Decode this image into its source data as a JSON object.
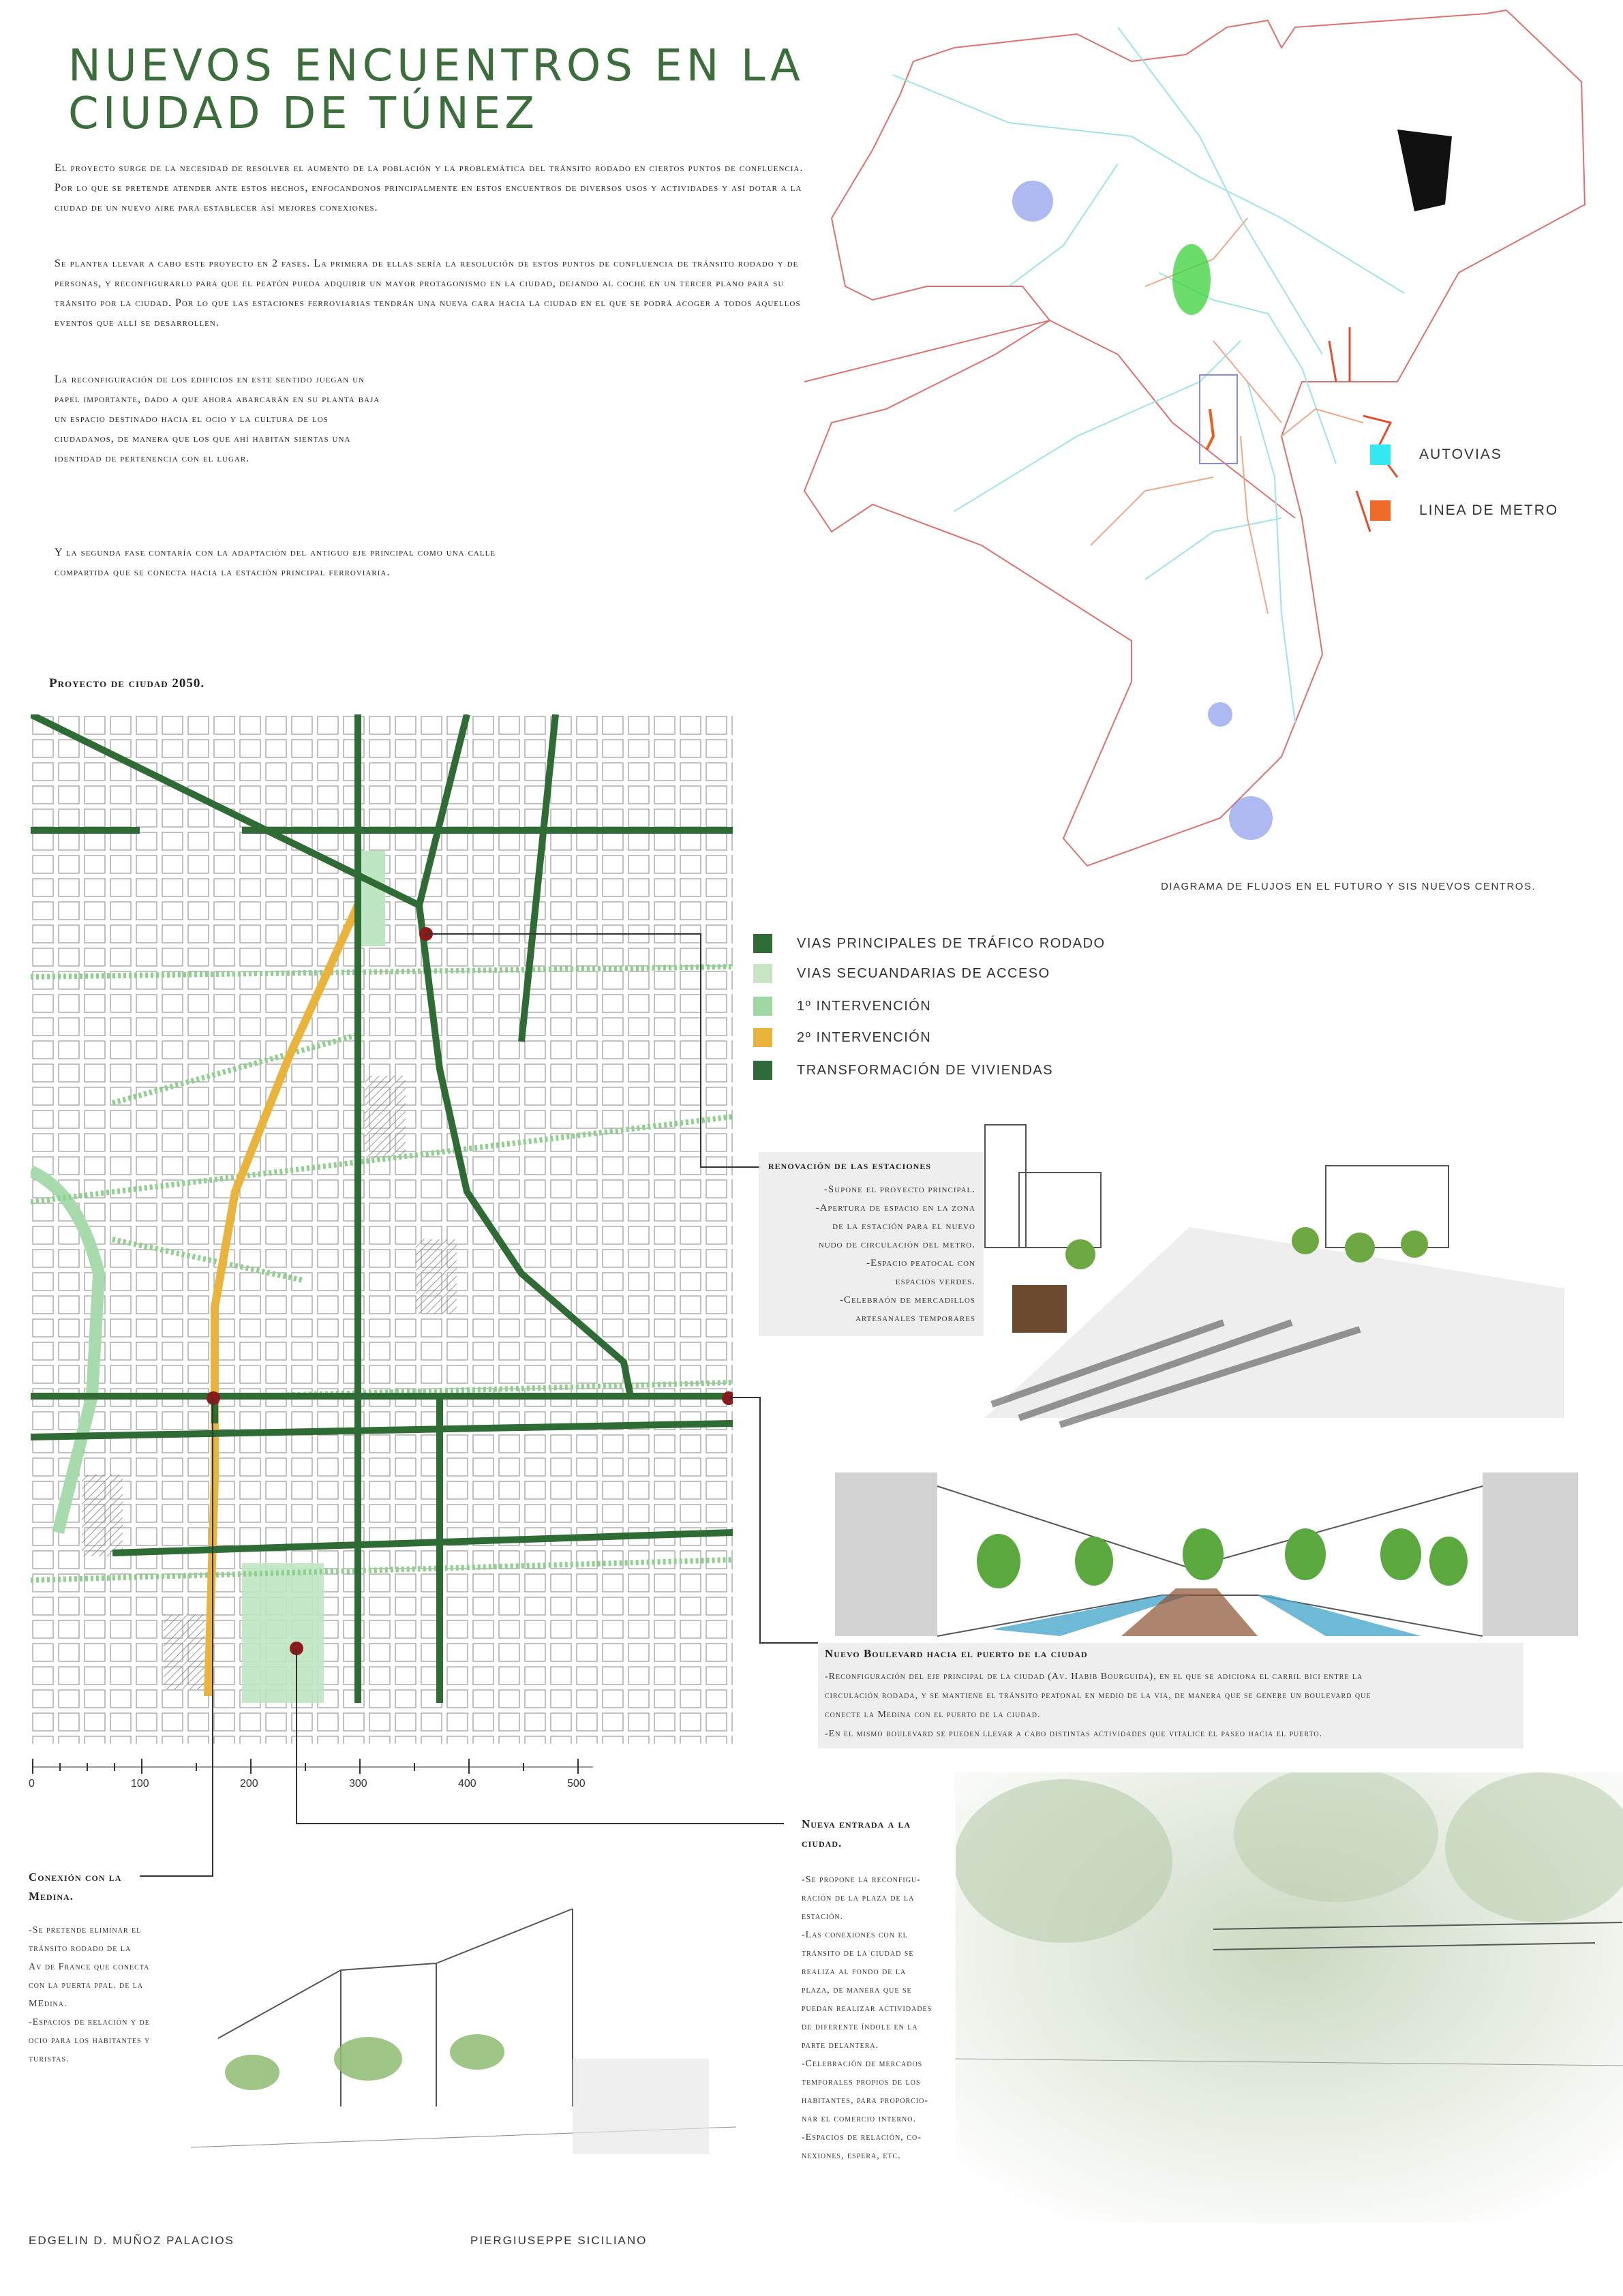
{
  "title": {
    "line1": "NUEVOS ENCUENTROS EN LA",
    "line2": "CIUDAD DE TÚNEZ"
  },
  "intro": {
    "p1": "El proyecto surge de la necesidad de resolver el aumento de la población y la problemática del tránsito rodado en ciertos puntos de confluencia. Por lo que se pretende atender ante estos hechos, enfocandonos principalmente en estos encuentros de diversos usos y actividades y así dotar a la ciudad de un nuevo aire para establecer así mejores conexiones.",
    "p2": "Se plantea llevar a cabo este proyecto en 2 fases. La primera de ellas sería la resolución de estos puntos de confluencia de tránsito rodado y de personas, y reconfigurarlo para que el peatón pueda adquirir un mayor protagonismo en la ciudad, dejando al coche en un tercer plano para su tránsito por la ciudad. Por lo que las estaciones ferroviarias tendrán una nueva cara hacia la ciudad en el que se podrá acoger a todos aquellos eventos que allí se desarrollen.",
    "p3": "La reconfiguración de los edificios en este sentido juegan un papel importante, dado a que ahora abarcarán en su planta baja un espacio destinado hacia el ocio y la cultura de los ciudadanos, de manera que los que ahí habitan sientas una identidad de pertenencia con el lugar.",
    "p4": "Y la segunda fase contaría con la adaptación del antiguo eje principal como una calle compartida que se conecta hacia la estación principal ferroviaria."
  },
  "flow_map": {
    "legend": [
      {
        "label": "AUTOVIAS",
        "color": "#33e8f0"
      },
      {
        "label": "LINEA DE METRO",
        "color": "#f06a2a"
      }
    ],
    "caption": "DIAGRAMA DE FLUJOS EN EL FUTURO Y SIS NUEVOS CENTROS."
  },
  "city_plan": {
    "heading": "Proyecto de ciudad 2050.",
    "legend": [
      {
        "label": "VIAS PRINCIPALES DE TRÁFICO RODADO",
        "color": "#2f6b34"
      },
      {
        "label": "VIAS SECUANDARIAS DE ACCESO",
        "color": "#c9e6c4"
      },
      {
        "label": "1º INTERVENCIÓN",
        "color": "#9fd8a3"
      },
      {
        "label": "2º INTERVENCIÓN",
        "color": "#e9b33c"
      },
      {
        "label": "TRANSFORMACIÓN DE VIVIENDAS",
        "color": "#2f6b3a"
      }
    ],
    "scale_ticks": [
      "0",
      "100",
      "200",
      "300",
      "400",
      "500"
    ]
  },
  "callouts": {
    "estaciones": {
      "title": "renovación de las estaciones",
      "lines": [
        "-Supone el proyecto principal.",
        "-Apertura de espacio en la zona",
        "de la estación para el nuevo",
        "nudo de circulación del metro.",
        "-Espacio peatocal con",
        "espacios verdes.",
        "-Celebraón de mercadillos",
        "artesanales temporares"
      ]
    },
    "boulevard": {
      "title": "Nuevo Boulevard hacia el puerto de la ciudad",
      "lines": [
        "-Reconfiguración del eje principal de la ciudad (Av. Habib Bourguida), en el que se adiciona el carril bici entre la",
        "circulación rodada, y se mantiene el tránsito peatonal en medio de la via, de manera que se genere un boulevard que",
        "conecte la Medina con el puerto de la ciudad.",
        "-En el mismo boulevard se pueden llevar a cabo distintas actividades que vitalice el paseo hacia el puerto."
      ]
    },
    "entrada": {
      "title_line1": "Nueva entrada a la",
      "title_line2": "ciudad.",
      "lines": [
        "-Se propone la reconfigu-",
        "ración de la plaza de la",
        "estación.",
        "-Las conexiones con el",
        "tránsito de la ciudad se",
        "realiza al fondo de la",
        "plaza, de manera que se",
        "puedan realizar actividades",
        "de diferente índole en la",
        "parte delantera.",
        "-Celebración de mercados",
        "temporales propios de los",
        "habitantes, para proporcio-",
        "nar el comercio interno.",
        "-Espacios de relación, co-",
        "nexiones, espera, etc."
      ]
    },
    "medina": {
      "title_line1": "Conexión con la",
      "title_line2": "Medina.",
      "lines": [
        "-Se pretende eliminar el",
        "tránsito rodado de la",
        "Av de France que conecta",
        "con la puerta ppal. de la",
        "MEdina.",
        "-Espacios de relación y de",
        "ocio para los habitantes y",
        "turistas."
      ]
    }
  },
  "authors": {
    "left": "EDGELIN D. MUÑOZ PALACIOS",
    "right": "PIERGIUSEPPE SICILIANO"
  }
}
